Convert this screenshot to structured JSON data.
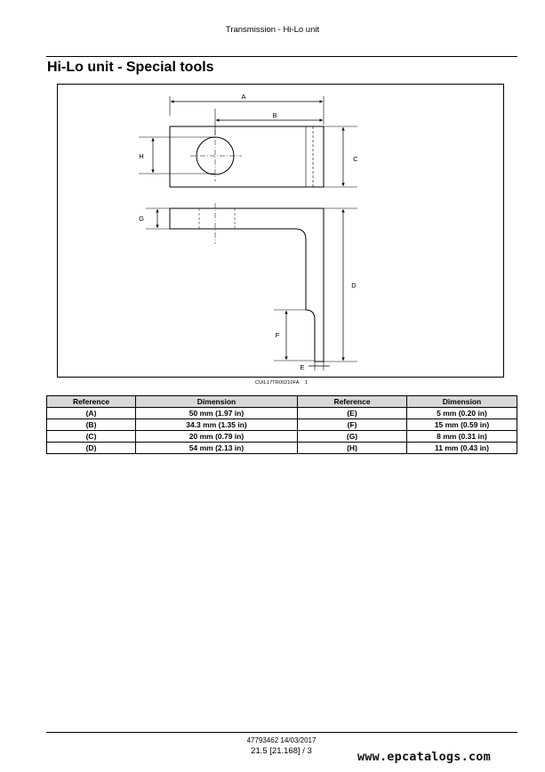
{
  "header": {
    "title": "Transmission - Hi-Lo unit"
  },
  "section": {
    "title": "Hi-Lo unit - Special tools"
  },
  "figure": {
    "labels": {
      "A": "A",
      "B": "B",
      "C": "C",
      "D": "D",
      "E": "E",
      "F": "F",
      "G": "G",
      "H": "H"
    },
    "code": "CUIL17TR00210FA",
    "number": "1"
  },
  "table": {
    "headers": [
      "Reference",
      "Dimension",
      "Reference",
      "Dimension"
    ],
    "rows": [
      [
        "(A)",
        "50 mm (1.97 in)",
        "(E)",
        "5 mm (0.20 in)"
      ],
      [
        "(B)",
        "34.3 mm (1.35 in)",
        "(F)",
        "15 mm (0.59 in)"
      ],
      [
        "(C)",
        "20 mm (0.79 in)",
        "(G)",
        "8 mm (0.31 in)"
      ],
      [
        "(D)",
        "54 mm (2.13 in)",
        "(H)",
        "11 mm (0.43 in)"
      ]
    ]
  },
  "footer": {
    "doc_ref": "47793462 14/03/2017",
    "page_ref": "21.5 [21.168] / 3"
  },
  "watermark": "www.epcatalogs.com"
}
